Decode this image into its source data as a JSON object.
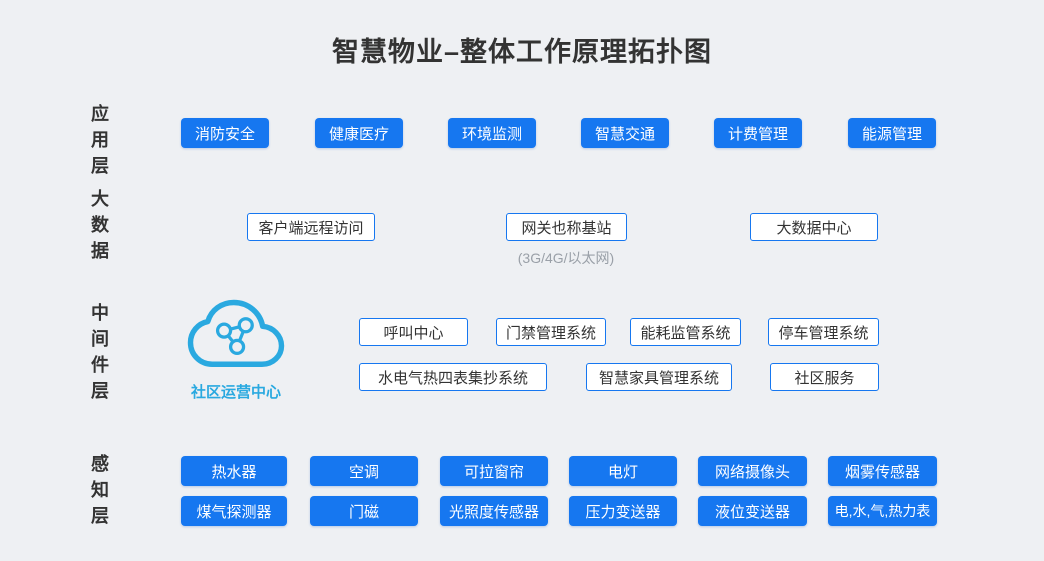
{
  "title": "智慧物业–整体工作原理拓扑图",
  "colors": {
    "accent_blue": "#1677f0",
    "cloud_blue": "#2aa9e0",
    "text_dark": "#333333",
    "muted": "#9aa0a8",
    "background": "#eef0f3"
  },
  "app_layer": {
    "label": "应用层",
    "items": [
      "消防安全",
      "健康医疗",
      "环境监测",
      "智慧交通",
      "计费管理",
      "能源管理"
    ]
  },
  "bigdata_layer": {
    "label": "大数据",
    "items": [
      "客户端远程访问",
      "网关也称基站",
      "大数据中心"
    ],
    "note": "(3G/4G/以太网)"
  },
  "middleware_layer": {
    "label": "中间件层",
    "cloud_icon": "cloud-network-icon",
    "cloud_label": "社区运营中心",
    "row1": [
      "呼叫中心",
      "门禁管理系统",
      "能耗监管系统",
      "停车管理系统"
    ],
    "row2": [
      "水电气热四表集抄系统",
      "智慧家具管理系统",
      "社区服务"
    ]
  },
  "perception_layer": {
    "label": "感知层",
    "row1": [
      "热水器",
      "空调",
      "可拉窗帘",
      "电灯",
      "网络摄像头",
      "烟雾传感器"
    ],
    "row2": [
      "煤气探测器",
      "门磁",
      "光照度传感器",
      "压力变送器",
      "液位变送器",
      "电,水,气,热力表"
    ]
  }
}
